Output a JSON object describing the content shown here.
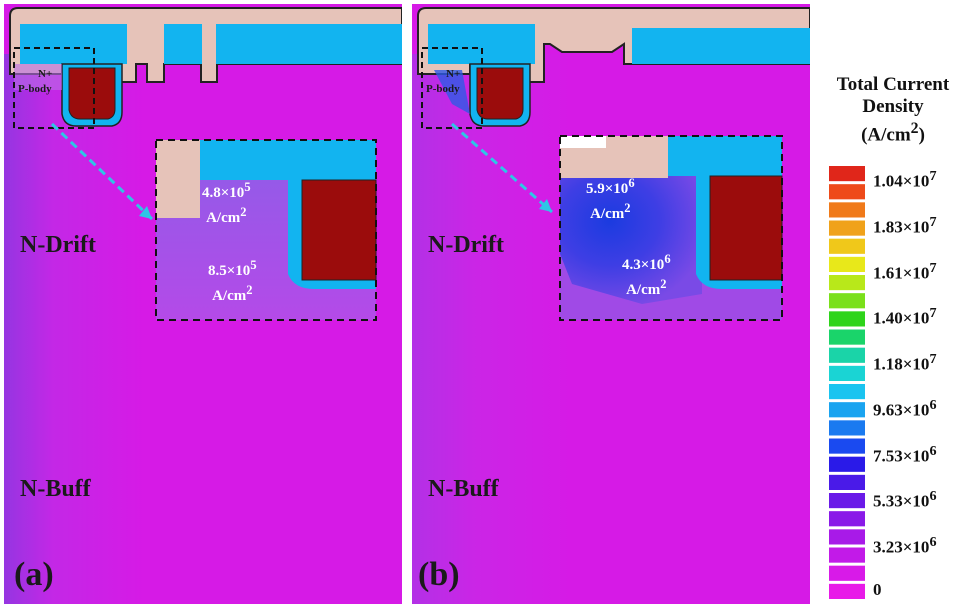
{
  "panels": [
    {
      "id": "(a)",
      "labels": {
        "n_plus": "N+",
        "p_body": "P-body",
        "n_drift": "N-Drift",
        "n_buff": "N-Buff"
      },
      "annotations": [
        {
          "value": "4.8×10",
          "exp": "5",
          "unit": "A/cm",
          "unit_exp": "2"
        },
        {
          "value": "8.5×10",
          "exp": "5",
          "unit": "A/cm",
          "unit_exp": "2"
        }
      ]
    },
    {
      "id": "(b)",
      "labels": {
        "n_plus": "N+",
        "p_body": "P-body",
        "n_drift": "N-Drift",
        "n_buff": "N-Buff"
      },
      "annotations": [
        {
          "value": "5.9×10",
          "exp": "6",
          "unit": "A/cm",
          "unit_exp": "2"
        },
        {
          "value": "4.3×10",
          "exp": "6",
          "unit": "A/cm",
          "unit_exp": "2"
        }
      ]
    }
  ],
  "legend": {
    "title_line1": "Total Current",
    "title_line2": "Density",
    "title_unit": "(A/cm",
    "title_unit_exp": "2",
    "title_unit_close": ")",
    "ticks": [
      {
        "mant": "1.04×10",
        "exp": "7"
      },
      {
        "mant": "1.83×10",
        "exp": "7"
      },
      {
        "mant": "1.61×10",
        "exp": "7"
      },
      {
        "mant": "1.40×10",
        "exp": "7"
      },
      {
        "mant": "1.18×10",
        "exp": "7"
      },
      {
        "mant": "9.63×10",
        "exp": "6"
      },
      {
        "mant": "7.53×10",
        "exp": "6"
      },
      {
        "mant": "5.33×10",
        "exp": "6"
      },
      {
        "mant": "3.23×10",
        "exp": "6"
      },
      {
        "mant": "0",
        "exp": ""
      }
    ]
  },
  "colors": {
    "background_magenta": "#d61ae6",
    "oxide_cyan": "#12b4f0",
    "poly_darkred": "#9b0c0c",
    "metal_pink": "#e6c3b9",
    "arrow_cyan": "#2ec6e6"
  }
}
